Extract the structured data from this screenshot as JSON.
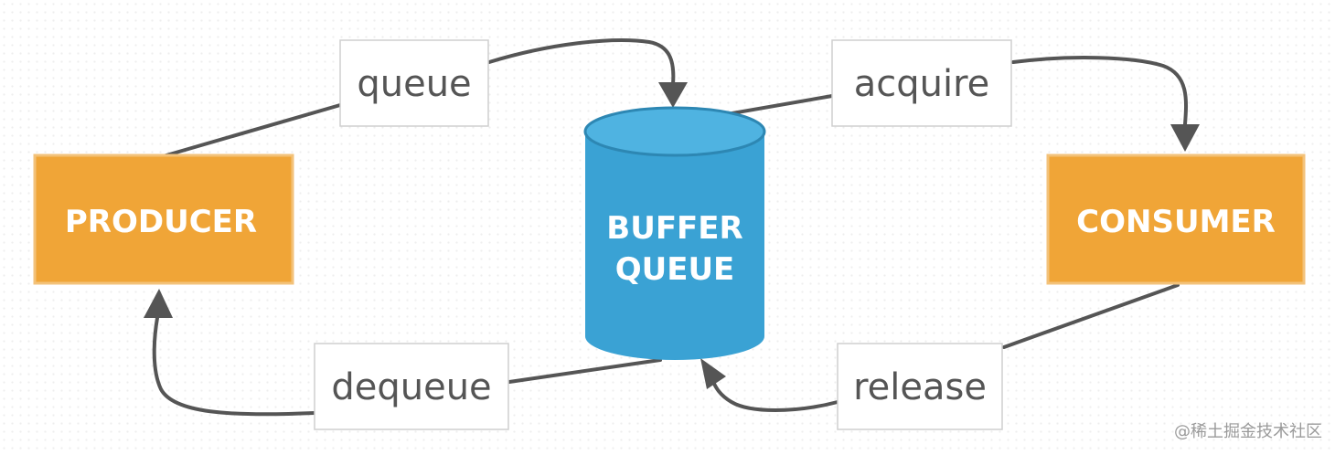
{
  "nodes": {
    "producer": "PRODUCER",
    "consumer": "CONSUMER",
    "buffer_line1": "BUFFER",
    "buffer_line2": "QUEUE"
  },
  "edges": {
    "queue": "queue",
    "acquire": "acquire",
    "release": "release",
    "dequeue": "dequeue"
  },
  "colors": {
    "actor": "#f0a537",
    "buffer": "#3aa2d4",
    "wire": "#555555"
  },
  "watermark": "@稀土掘金技术社区"
}
